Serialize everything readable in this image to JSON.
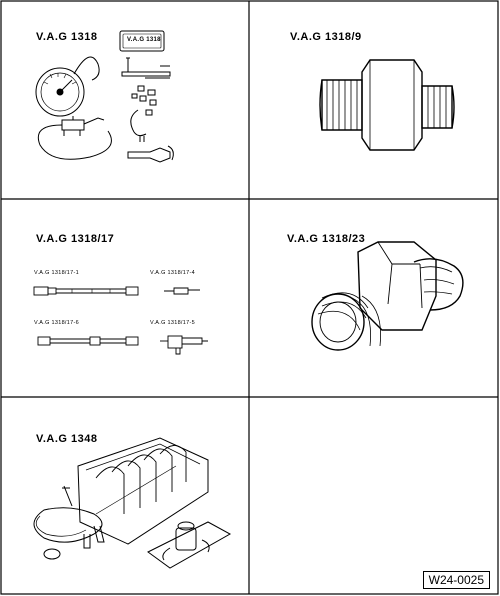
{
  "tools": [
    {
      "id": "vag-1318",
      "label": "V.A.G 1318"
    },
    {
      "id": "vag-1318-9",
      "label": "V.A.G 1318/9"
    },
    {
      "id": "vag-1318-17",
      "label": "V.A.G 1318/17"
    },
    {
      "id": "vag-1318-23",
      "label": "V.A.G 1318/23"
    },
    {
      "id": "vag-1348",
      "label": "V.A.G 1348"
    }
  ],
  "box_label": "V.A.G 1318",
  "sub_parts": [
    {
      "id": "p1",
      "label": "V.A.G 1318/17-1"
    },
    {
      "id": "p4",
      "label": "V.A.G 1318/17-4"
    },
    {
      "id": "p6",
      "label": "V.A.G 1318/17-6"
    },
    {
      "id": "p5",
      "label": "V.A.G 1318/17-5"
    }
  ],
  "figure_ref": "W24-0025"
}
